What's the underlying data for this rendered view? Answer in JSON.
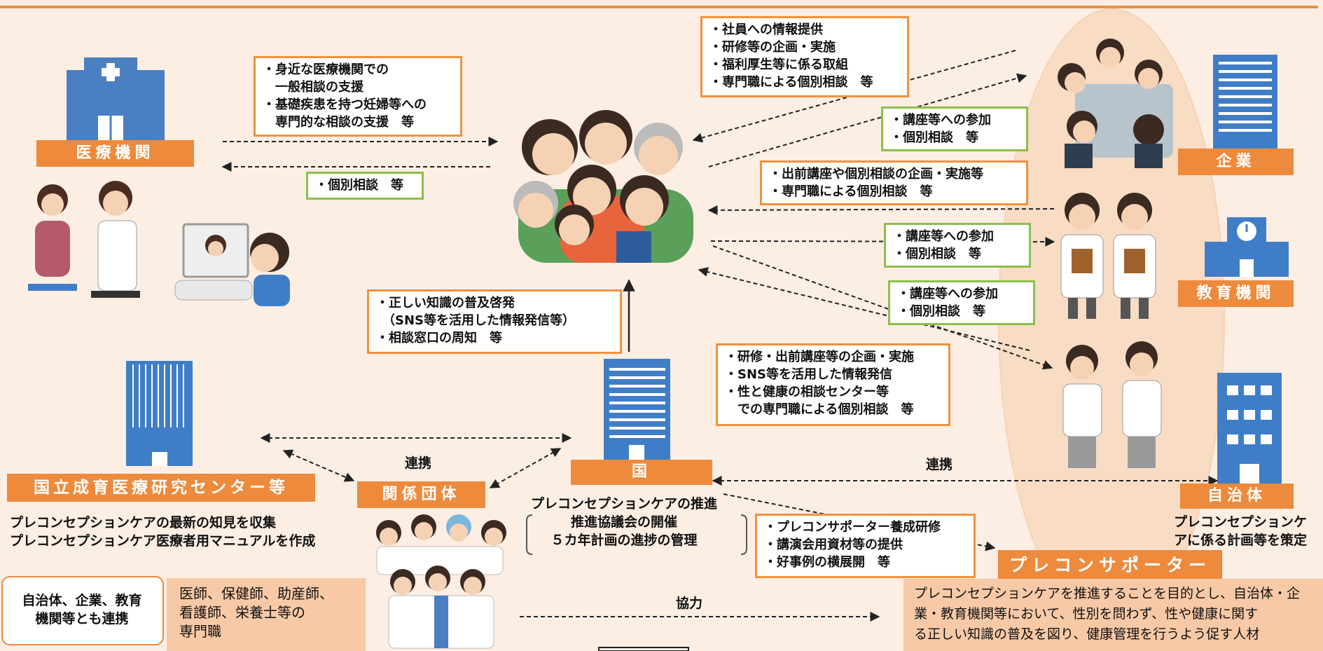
{
  "labels": {
    "medical": "医療機関",
    "company": "企業",
    "education": "教育機関",
    "local_gov": "自治体",
    "ncchd": "国立成育医療研究センター等",
    "related_orgs": "関係団体",
    "nation": "国",
    "supporter": "プレコンサポーター"
  },
  "boxes": {
    "medical_support": "・身近な医療機関での\n　一般相談の支援\n・基礎疾患を持つ妊婦等への\n　専門的な相談の支援　等",
    "medical_consult": "・個別相談　等",
    "company_support": "・社員への情報提供\n・研修等の企画・実施\n・福利厚生等に係る取組\n・専門職による個別相談　等",
    "company_join": "・講座等への参加\n・個別相談　等",
    "edu_support": "・出前講座や個別相談の企画・実施等\n・専門職による個別相談　等",
    "edu_join": "・講座等への参加\n・個別相談　等",
    "supporter_join": "・講座等への参加\n・個別相談　等",
    "gov_support": "・研修・出前講座等の企画・実施\n・SNS等を活用した情報発信\n・性と健康の相談センター等\n　での専門職による個別相談　等",
    "nation_support": "・正しい知識の普及啓発\n　（SNS等を活用した情報発信等）\n・相談窓口の周知　等",
    "nation_training": "・プレコンサポーター養成研修\n・講演会用資材等の提供\n・好事例の横展開　等"
  },
  "texts": {
    "renkei_left": "連携",
    "renkei_right": "連携",
    "kyoryoku": "協力",
    "ncchd_desc": "プレコンセプションケアの最新の知見を収集\nプレコンセプションケア医療者用マニュアルを作成",
    "nation_desc": "プレコンセプションケアの推進\n推進協議会の開催\n５カ年計画の進捗の管理",
    "local_desc": "プレコンセプションケ\nアに係る計画等を策定",
    "collab_box": "自治体、企業、教育\n機関等とも連携",
    "professionals": "医師、保健師、助産師、\n看護師、栄養士等の\n専門職",
    "supporter_desc": "プレコンセプションケアを推進することを目的とし、自治体・企\n業・教育機関等において、性別を問わず、性や健康に関す\nる正しい知識の普及を図り、健康管理を行うよう促す人材"
  },
  "colors": {
    "orange": "#ee8a3c",
    "green": "#8cbf4a",
    "blue": "#4a7fc1",
    "peach": "#f7c9a6",
    "background": "#fdeee4"
  },
  "icons": [
    "hospital-icon",
    "doctor-consult-icon",
    "online-consult-icon",
    "crowd-icon",
    "building-icon",
    "nation-building-icon",
    "company-building-icon",
    "meeting-icon",
    "school-icon",
    "teachers-icon",
    "nurses-icon",
    "city-hall-icon",
    "medical-staff-icon"
  ]
}
